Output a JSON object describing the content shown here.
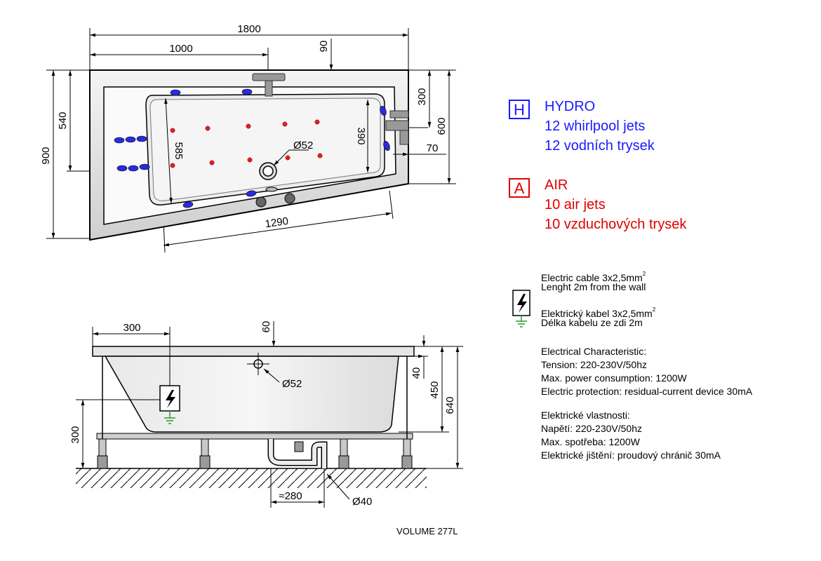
{
  "dimensions": {
    "top_width": "1800",
    "top_partial_width": "1000",
    "top_offset": "90",
    "right_small": "300",
    "right_height": "600",
    "right_offset": "70",
    "left_height": "900",
    "left_inner": "540",
    "inner_length": "585",
    "inner_width": "390",
    "drain_diameter": "Ø52",
    "bottom_length": "1290",
    "side_width": "300",
    "side_top_offset": "60",
    "side_drain": "Ø52",
    "side_rim": "40",
    "side_depth": "450",
    "side_total": "640",
    "side_leg": "300",
    "waste_distance": "≈280",
    "waste_diameter": "Ø40"
  },
  "legend": {
    "hydro": {
      "symbol": "H",
      "title": "HYDRO",
      "line1": "12 whirlpool jets",
      "line2": "12 vodních trysek",
      "color": "#1a1aff"
    },
    "air": {
      "symbol": "A",
      "title": "AIR",
      "line1": "10 air jets",
      "line2": "10 vzduchových trysek",
      "color": "#e00000"
    }
  },
  "specs": {
    "cable_en": "Electric cable 3x2,5mm",
    "cable_en_sup": "2",
    "cable_en_len": "Lenght 2m from the wall",
    "cable_cz": "Elektrický kabel 3x2,5mm",
    "cable_cz_sup": "2",
    "cable_cz_len": "Délka kabelu ze zdi 2m",
    "char_en_title": "Electrical Characteristic:",
    "char_en_tension": "Tension: 220-230V/50hz",
    "char_en_power": "Max. power consumption: 1200W",
    "char_en_protection": "Electric protection: residual-current device 30mA",
    "char_cz_title": "Elektrické vlastnosti:",
    "char_cz_tension": "Napětí: 220-230V/50hz",
    "char_cz_power": "Max. spotřeba: 1200W",
    "char_cz_protection": "Elektrické jištění: proudový chránič 30mA"
  },
  "volume": "VOLUME 277L",
  "colors": {
    "hydro_jet": "#2a2ae0",
    "air_jet": "#e02020",
    "earth_symbol": "#2a9a2a"
  }
}
